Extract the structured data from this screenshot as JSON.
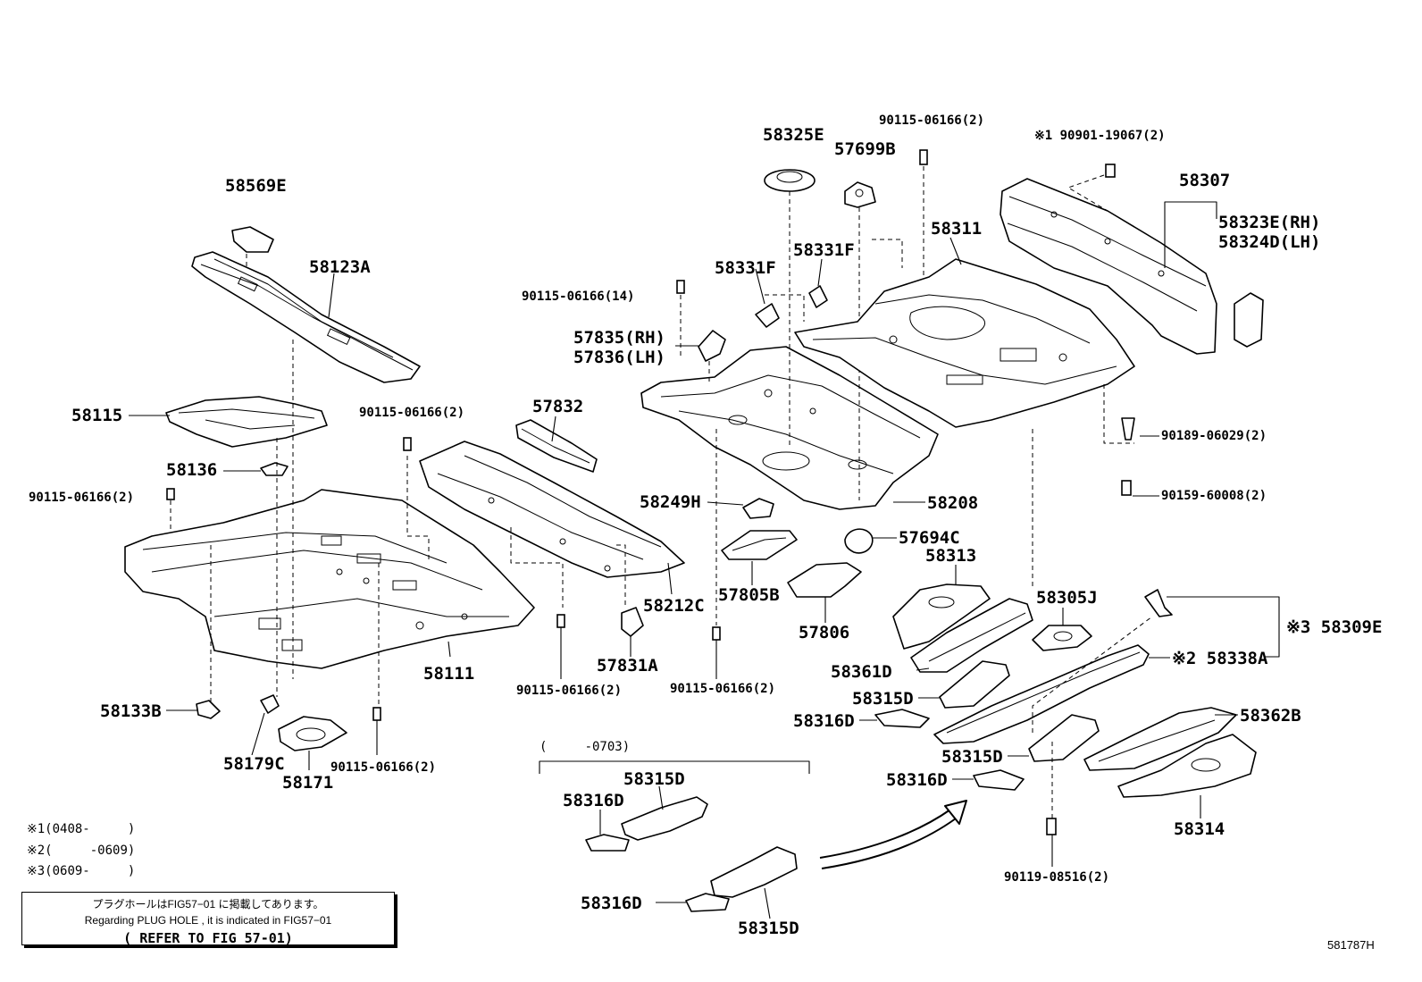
{
  "labels": {
    "p58569E": "58569E",
    "p58123A": "58123A",
    "p58115": "58115",
    "p58136": "58136",
    "p90115_1": "90115-06166(2)",
    "p90115_2": "90115-06166(2)",
    "p58111": "58111",
    "p58133B": "58133B",
    "p58179C": "58179C",
    "p58171": "58171",
    "p90115_3": "90115-06166(2)",
    "p90115_14": "90115-06166(14)",
    "p57835": "57835(RH)",
    "p57836": "57836(LH)",
    "p57832": "57832",
    "p58212C": "58212C",
    "p57831A": "57831A",
    "p90115_4": "90115-06166(2)",
    "p58249H": "58249H",
    "p57805B": "57805B",
    "p90115_5": "90115-06166(2)",
    "p57806": "57806",
    "p58325E": "58325E",
    "p57699B": "57699B",
    "p90115_6": "90115-06166(2)",
    "p58331F_1": "58331F",
    "p58331F_2": "58331F",
    "p58311": "58311",
    "p58208": "58208",
    "p57694C": "57694C",
    "p58313": "58313",
    "p58361D": "58361D",
    "p58315D_1": "58315D",
    "p58316D_1": "58316D",
    "p58315D_2": "58315D",
    "p58316D_2": "58316D",
    "p58305J": "58305J",
    "p90901": "※1 90901-19067(2)",
    "p58307": "58307",
    "p58323E": "58323E(RH)",
    "p58324D": "58324D(LH)",
    "p90189": "90189-06029(2)",
    "p90159": "90159-60008(2)",
    "p58309E": "※3 58309E",
    "p58338A": "※2 58338A",
    "p58362B": "58362B",
    "p58314": "58314",
    "p90119": "90119-08516(2)",
    "p58315D_3": "58315D",
    "p58316D_3": "58316D",
    "p58316D_4": "58316D",
    "p58315D_4": "58315D"
  },
  "bracket_note": "(     -0703)",
  "footnotes": {
    "n1": "※1(0408-     )",
    "n2": "※2(     -0609)",
    "n3": "※3(0609-     )"
  },
  "plug_note": {
    "line1": "プラグホールはFIG57−01 に掲載してあります。",
    "line2": "Regarding PLUG HOLE , it is indicated in FIG57−01",
    "line3": "( REFER TO FIG 57-01)"
  },
  "figure_id": "581787H"
}
